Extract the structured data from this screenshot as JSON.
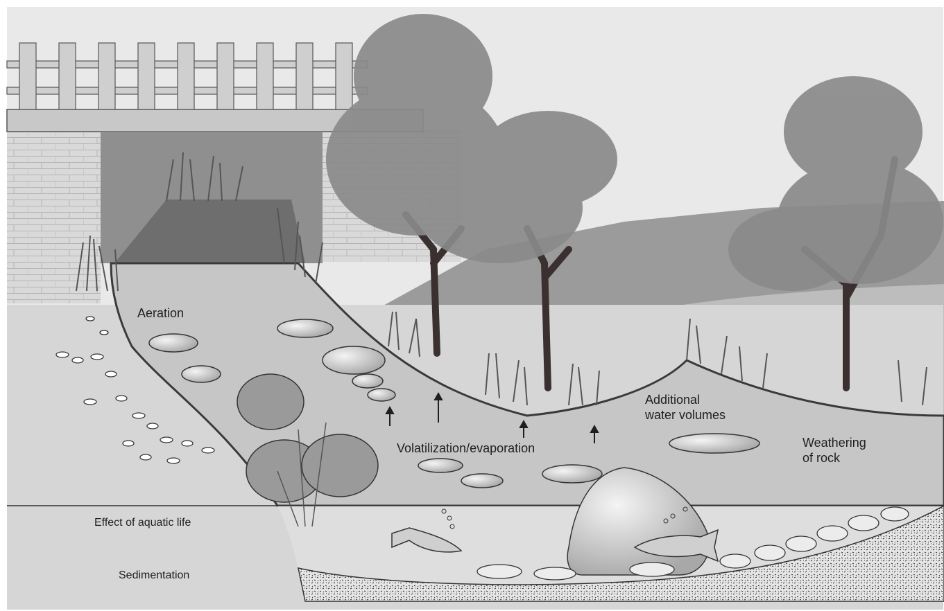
{
  "labels": {
    "aeration": "Aeration",
    "volatilization": "Volatilization/evaporation",
    "additional_water_line1": "Additional",
    "additional_water_line2": "water volumes",
    "weathering_line1": "Weathering",
    "weathering_line2": "of rock",
    "aquatic_life": "Effect of aquatic life",
    "sedimentation": "Sedimentation"
  }
}
